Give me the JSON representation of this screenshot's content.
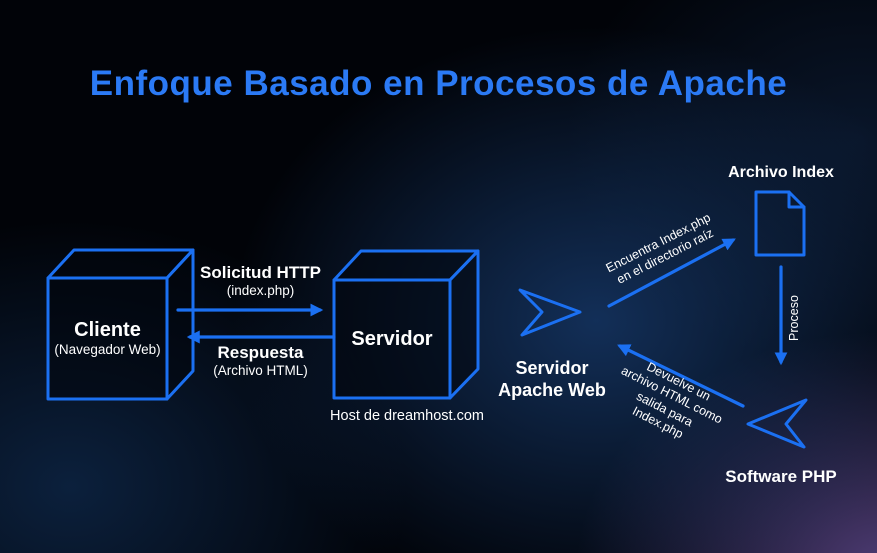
{
  "title": "Enfoque Basado en Procesos de Apache",
  "colors": {
    "accent_blue": "#1b70f2",
    "title_blue": "#2b7af5",
    "text": "#ffffff",
    "background_base": "#010308",
    "background_glow_blue": "#17396c",
    "background_glow_purple": "#564280"
  },
  "icons": {
    "apache": "chevron-right-icon",
    "php": "chevron-left-icon",
    "index_file": "document-icon"
  },
  "nodes": {
    "client": {
      "name": "Cliente",
      "detail": "(Navegador Web)"
    },
    "server": {
      "name": "Servidor",
      "host": "Host de dreamhost.com"
    },
    "apache": {
      "line1": "Servidor",
      "line2": "Apache Web"
    },
    "index_file": {
      "title": "Archivo Index"
    },
    "php": {
      "title": "Software PHP"
    }
  },
  "edges": {
    "request": {
      "title": "Solicitud HTTP",
      "detail": "(index.php)"
    },
    "response": {
      "title": "Respuesta",
      "detail": "(Archivo HTML)"
    },
    "find": {
      "line1": "Encuentra Index.php",
      "line2": "en el directorio raíz"
    },
    "process": {
      "label": "Proceso"
    },
    "return": {
      "line1": "Devuelve un",
      "line2": "archivo HTML como",
      "line3": "salida para",
      "line4": "Index.php"
    }
  }
}
